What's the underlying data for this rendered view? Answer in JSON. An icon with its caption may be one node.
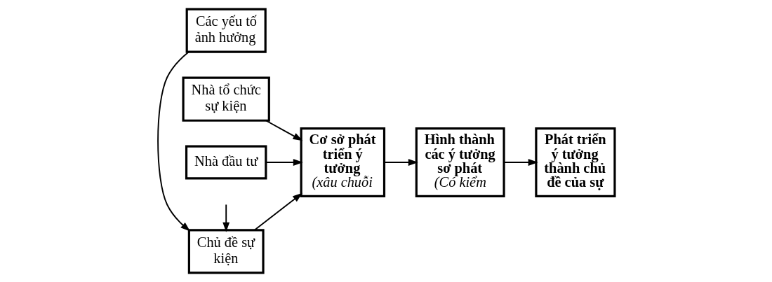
{
  "diagram": {
    "nodes": [
      {
        "text": [
          "Các yếu tố ảnh hưởng"
        ]
      },
      {
        "text": [
          "Chủ đề sự kiện"
        ]
      },
      {
        "text": [
          "Nhà tổ chức sự kiện"
        ]
      },
      {
        "text": [
          "Nhà đầu tư"
        ]
      },
      {
        "text": [
          "Cơ sở phát triển ý tưởng",
          "(xâu chuỗi"
        ]
      },
      {
        "text": [
          "Hình thành các ý tưởng sơ phát",
          "(Có kiểm"
        ]
      },
      {
        "text": [
          "Phát triển ý tưởng thành chủ đề của sự"
        ]
      }
    ],
    "edges": [
      {
        "from": 0,
        "to": 1,
        "arrow": "to"
      },
      {
        "from": 1,
        "to": 4,
        "arrow": "to"
      },
      {
        "from": 2,
        "to": 4,
        "arrow": "to"
      },
      {
        "from": 3,
        "to": 4,
        "arrow": "to"
      },
      {
        "from": 4,
        "to": 5,
        "arrow": "to"
      },
      {
        "from": 5,
        "to": 6,
        "arrow": "to"
      },
      {
        "from": null,
        "to": 1,
        "arrow": "to"
      }
    ]
  }
}
